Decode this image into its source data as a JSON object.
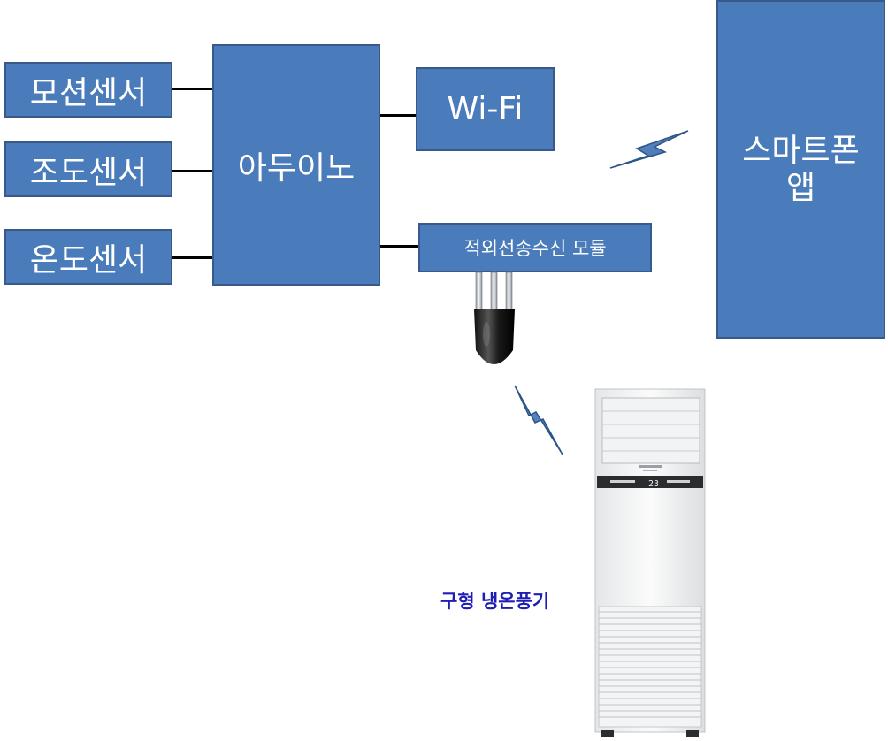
{
  "sensors": [
    {
      "label": "모션센서"
    },
    {
      "label": "조도센서"
    },
    {
      "label": "온도센서"
    }
  ],
  "arduino": {
    "label": "아두이노"
  },
  "wifi": {
    "label": "Wi-Fi"
  },
  "ir_module": {
    "label": "적외선송수신 모듈"
  },
  "smartphone": {
    "line1": "스마트폰",
    "line2": "앱"
  },
  "aircon": {
    "label": "구형 냉온풍기",
    "display": "23"
  },
  "colors": {
    "box": "#4a7bba",
    "box_border": "#38598a",
    "label": "#1e1eb4",
    "line": "#000000"
  },
  "icons": [
    "lightning-bolt-icon",
    "ir-sensor-icon",
    "air-conditioner-icon"
  ]
}
